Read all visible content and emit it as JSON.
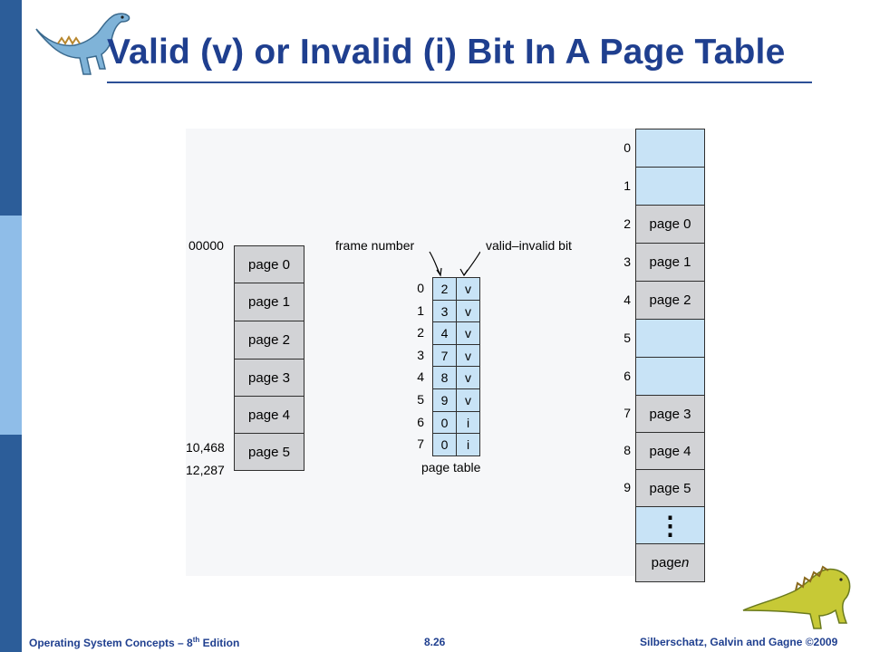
{
  "title": "Valid (v) or Invalid (i) Bit In A Page Table",
  "logical_memory": {
    "start_address": "00000",
    "pages": [
      "page 0",
      "page 1",
      "page 2",
      "page 3",
      "page 4",
      "page 5"
    ],
    "address_10468": "10,468",
    "address_12287": "12,287"
  },
  "page_table": {
    "frame_number_label": "frame number",
    "valid_invalid_label": "valid–invalid bit",
    "caption": "page table",
    "rows": [
      {
        "index": "0",
        "frame": "2",
        "bit": "v"
      },
      {
        "index": "1",
        "frame": "3",
        "bit": "v"
      },
      {
        "index": "2",
        "frame": "4",
        "bit": "v"
      },
      {
        "index": "3",
        "frame": "7",
        "bit": "v"
      },
      {
        "index": "4",
        "frame": "8",
        "bit": "v"
      },
      {
        "index": "5",
        "frame": "9",
        "bit": "v"
      },
      {
        "index": "6",
        "frame": "0",
        "bit": "i"
      },
      {
        "index": "7",
        "frame": "0",
        "bit": "i"
      }
    ]
  },
  "physical_memory": {
    "frames": [
      {
        "index": "0",
        "label": ""
      },
      {
        "index": "1",
        "label": ""
      },
      {
        "index": "2",
        "label": "page 0"
      },
      {
        "index": "3",
        "label": "page 1"
      },
      {
        "index": "4",
        "label": "page 2"
      },
      {
        "index": "5",
        "label": ""
      },
      {
        "index": "6",
        "label": ""
      },
      {
        "index": "7",
        "label": "page 3"
      },
      {
        "index": "8",
        "label": "page 4"
      },
      {
        "index": "9",
        "label": "page 5"
      },
      {
        "index": "",
        "label": "⋮"
      },
      {
        "index": "",
        "label": "page n"
      }
    ]
  },
  "footer": {
    "left_prefix": "Operating System Concepts – 8",
    "left_sup": "th",
    "left_suffix": " Edition",
    "center": "8.26",
    "right": "Silberschatz, Galvin and Gagne ©2009"
  },
  "colors": {
    "title": "#1f3f8f",
    "sidebar_dark": "#2c5d99",
    "sidebar_light": "#8fbde8",
    "cell_gray": "#d2d3d6",
    "cell_blue": "#c8e3f6"
  }
}
